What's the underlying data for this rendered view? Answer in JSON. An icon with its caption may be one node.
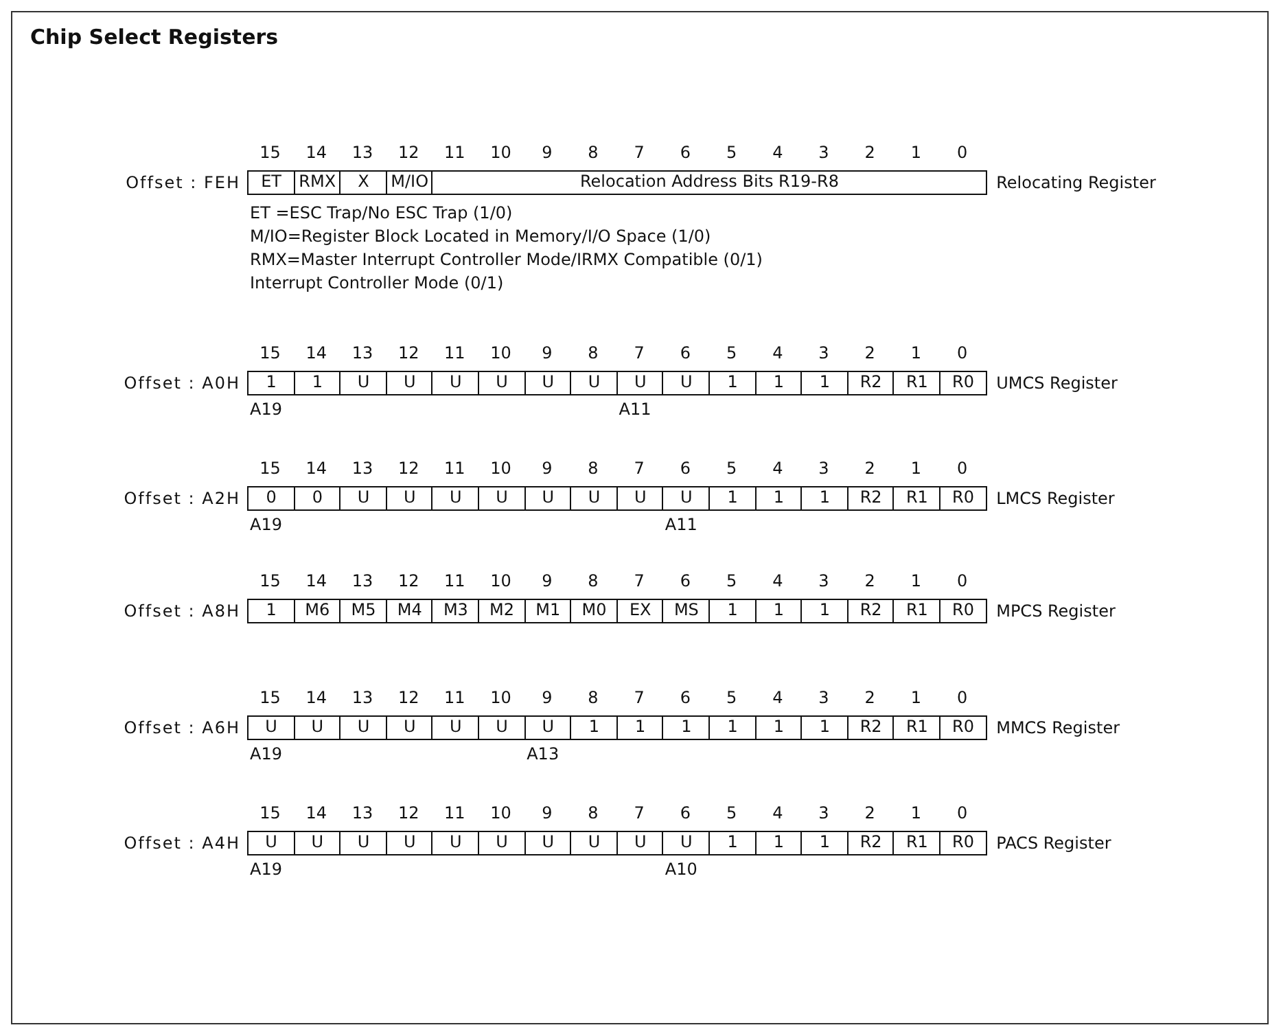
{
  "diagram": {
    "title": "Chip Select Registers",
    "nodes": [
      {
        "text": [
          "ET"
        ]
      },
      {
        "text": [
          "RMX"
        ]
      },
      {
        "text": [
          "X"
        ]
      },
      {
        "text": [
          "M/IO"
        ]
      },
      {
        "text": [
          "Relocation Address Bits R19-R8"
        ]
      },
      {
        "text": [
          "1"
        ]
      },
      {
        "text": [
          "1"
        ]
      },
      {
        "text": [
          "U"
        ]
      },
      {
        "text": [
          "U"
        ]
      },
      {
        "text": [
          "U"
        ]
      },
      {
        "text": [
          "U"
        ]
      },
      {
        "text": [
          "U"
        ]
      },
      {
        "text": [
          "U"
        ]
      },
      {
        "text": [
          "U"
        ]
      },
      {
        "text": [
          "U"
        ]
      },
      {
        "text": [
          "1"
        ]
      },
      {
        "text": [
          "1"
        ]
      },
      {
        "text": [
          "1"
        ]
      },
      {
        "text": [
          "R2"
        ]
      },
      {
        "text": [
          "R1"
        ]
      },
      {
        "text": [
          "R0"
        ]
      },
      {
        "text": [
          "0"
        ]
      },
      {
        "text": [
          "0"
        ]
      },
      {
        "text": [
          "U"
        ]
      },
      {
        "text": [
          "U"
        ]
      },
      {
        "text": [
          "U"
        ]
      },
      {
        "text": [
          "U"
        ]
      },
      {
        "text": [
          "U"
        ]
      },
      {
        "text": [
          "U"
        ]
      },
      {
        "text": [
          "U"
        ]
      },
      {
        "text": [
          "U"
        ]
      },
      {
        "text": [
          "1"
        ]
      },
      {
        "text": [
          "1"
        ]
      },
      {
        "text": [
          "1"
        ]
      },
      {
        "text": [
          "R2"
        ]
      },
      {
        "text": [
          "R1"
        ]
      },
      {
        "text": [
          "R0"
        ]
      },
      {
        "text": [
          "1"
        ]
      },
      {
        "text": [
          "M6"
        ]
      },
      {
        "text": [
          "M5"
        ]
      },
      {
        "text": [
          "M4"
        ]
      },
      {
        "text": [
          "M3"
        ]
      },
      {
        "text": [
          "M2"
        ]
      },
      {
        "text": [
          "M1"
        ]
      },
      {
        "text": [
          "M0"
        ]
      },
      {
        "text": [
          "EX"
        ]
      },
      {
        "text": [
          "MS"
        ]
      },
      {
        "text": [
          "1"
        ]
      },
      {
        "text": [
          "1"
        ]
      },
      {
        "text": [
          "1"
        ]
      },
      {
        "text": [
          "R2"
        ]
      },
      {
        "text": [
          "R1"
        ]
      },
      {
        "text": [
          "R0"
        ]
      },
      {
        "text": [
          "U"
        ]
      },
      {
        "text": [
          "U"
        ]
      },
      {
        "text": [
          "U"
        ]
      },
      {
        "text": [
          "U"
        ]
      },
      {
        "text": [
          "U"
        ]
      },
      {
        "text": [
          "U"
        ]
      },
      {
        "text": [
          "U"
        ]
      },
      {
        "text": [
          "1"
        ]
      },
      {
        "text": [
          "1"
        ]
      },
      {
        "text": [
          "1"
        ]
      },
      {
        "text": [
          "1"
        ]
      },
      {
        "text": [
          "1"
        ]
      },
      {
        "text": [
          "1"
        ]
      },
      {
        "text": [
          "R2"
        ]
      },
      {
        "text": [
          "R1"
        ]
      },
      {
        "text": [
          "R0"
        ]
      },
      {
        "text": [
          "U"
        ]
      },
      {
        "text": [
          "U"
        ]
      },
      {
        "text": [
          "U"
        ]
      },
      {
        "text": [
          "U"
        ]
      },
      {
        "text": [
          "U"
        ]
      },
      {
        "text": [
          "U"
        ]
      },
      {
        "text": [
          "U"
        ]
      },
      {
        "text": [
          "U"
        ]
      },
      {
        "text": [
          "U"
        ]
      },
      {
        "text": [
          "U"
        ]
      },
      {
        "text": [
          "1"
        ]
      },
      {
        "text": [
          "1"
        ]
      },
      {
        "text": [
          "1"
        ]
      },
      {
        "text": [
          "R2"
        ]
      },
      {
        "text": [
          "R1"
        ]
      },
      {
        "text": [
          "R0"
        ]
      }
    ],
    "labels": [
      "15",
      "14",
      "13",
      "12",
      "11",
      "10",
      "9",
      "8",
      "7",
      "6",
      "5",
      "4",
      "3",
      "2",
      "1",
      "0",
      "Offset : FEH",
      "Relocating Register",
      "ET =ESC Trap/No ESC Trap (1/0)",
      "M/IO=Register Block Located in Memory/I/O Space (1/0)",
      "RMX=Master Interrupt Controller Mode/IRMX Compatible (0/1)",
      "Interrupt Controller Mode (0/1)",
      "15",
      "14",
      "13",
      "12",
      "11",
      "10",
      "9",
      "8",
      "7",
      "6",
      "5",
      "4",
      "3",
      "2",
      "1",
      "0",
      "Offset : A0H",
      "UMCS Register",
      "A19",
      "A11",
      "15",
      "14",
      "13",
      "12",
      "11",
      "10",
      "9",
      "8",
      "7",
      "6",
      "5",
      "4",
      "3",
      "2",
      "1",
      "0",
      "Offset : A2H",
      "LMCS Register",
      "A19",
      "A11",
      "15",
      "14",
      "13",
      "12",
      "11",
      "10",
      "9",
      "8",
      "7",
      "6",
      "5",
      "4",
      "3",
      "2",
      "1",
      "0",
      "Offset : A8H",
      "MPCS Register",
      "15",
      "14",
      "13",
      "12",
      "11",
      "10",
      "9",
      "8",
      "7",
      "6",
      "5",
      "4",
      "3",
      "2",
      "1",
      "0",
      "Offset : A6H",
      "MMCS Register",
      "A19",
      "A13",
      "15",
      "14",
      "13",
      "12",
      "11",
      "10",
      "9",
      "8",
      "7",
      "6",
      "5",
      "4",
      "3",
      "2",
      "1",
      "0",
      "Offset : A4H",
      "PACS Register",
      "A19",
      "A10"
    ]
  }
}
